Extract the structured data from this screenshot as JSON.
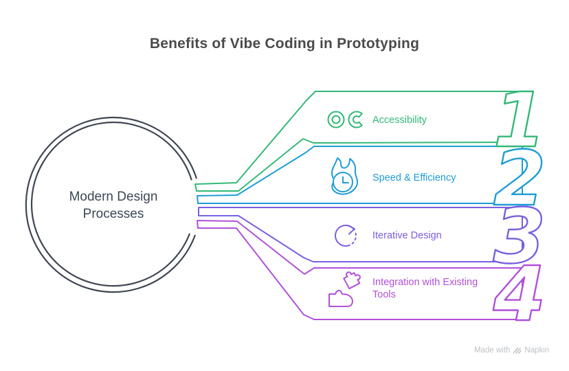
{
  "title": "Benefits of Vibe Coding in Prototyping",
  "center_circle": {
    "label": "Modern Design Processes"
  },
  "items": [
    {
      "number": "1",
      "label": "Accessibility",
      "color": "#33b878",
      "icon": "accessibility-icon"
    },
    {
      "number": "2",
      "label": "Speed & Efficiency",
      "color": "#1e9cd6",
      "icon": "speed-clock-icon"
    },
    {
      "number": "3",
      "label": "Iterative Design",
      "color": "#7a5fe0",
      "icon": "iterate-arrow-icon"
    },
    {
      "number": "4",
      "label": "Integration with Existing Tools",
      "color": "#b150d8",
      "icon": "puzzle-hand-icon"
    }
  ],
  "watermark": {
    "prefix": "Made with",
    "brand": "Napkin"
  },
  "theme": {
    "background": "#ffffff",
    "outline_gray": "#3f4652",
    "title_color": "#4a4a4a",
    "center_text_color": "#3d4756",
    "watermark_color": "#bfc3c7"
  }
}
